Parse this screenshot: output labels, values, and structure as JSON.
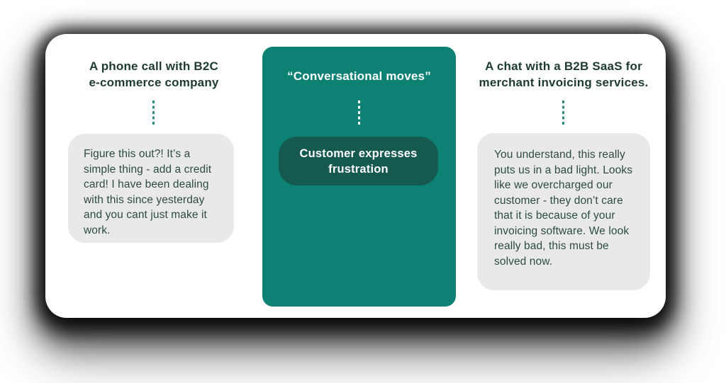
{
  "palette": {
    "teal": "#0d8174",
    "teal_dark": "#15594f",
    "heading_text": "#1d3a33",
    "bubble_bg": "#e9e9e9",
    "bubble_text": "#2d4b43",
    "dotted_teal": "#2f8c80",
    "card_bg": "#ffffff"
  },
  "left_column": {
    "heading": "A phone call with B2C\ne-commerce company",
    "bubble_text": "Figure this out?! It’s a simple thing - add a credit card! I have been dealing with this since yesterday and you cant just make it work."
  },
  "center_column": {
    "heading": "“Conversational moves”",
    "pill_label": "Customer expresses\nfrustration"
  },
  "right_column": {
    "heading": "A chat with a B2B SaaS for\nmerchant invoicing services.",
    "bubble_text": "You understand, this really puts us in a bad light. Looks like we overcharged our customer - they don’t care that it is because of your invoicing software. We look really bad, this must be solved now."
  }
}
